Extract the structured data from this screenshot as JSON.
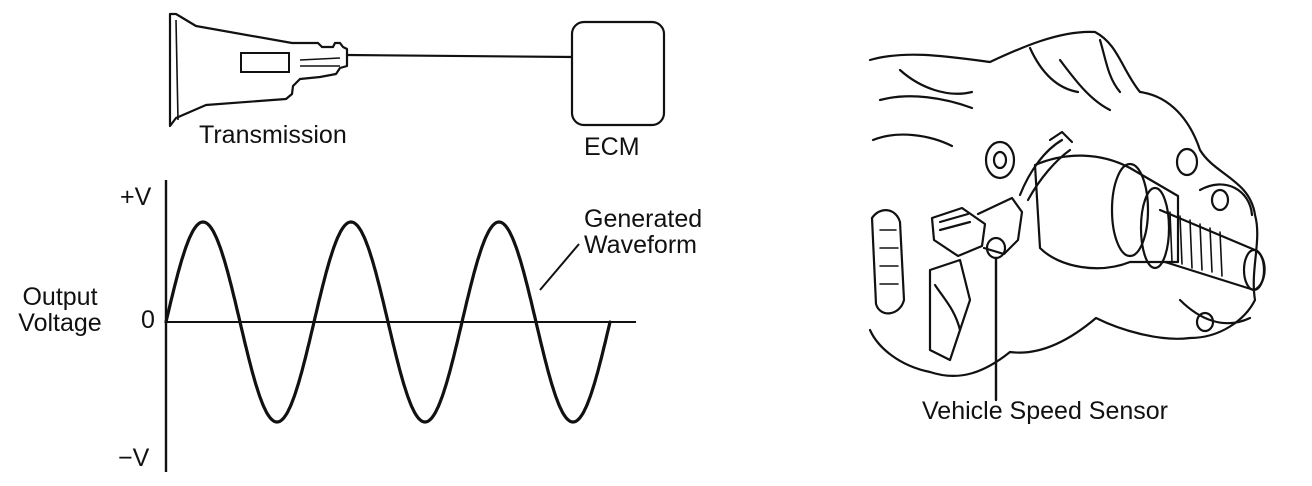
{
  "top_diagram": {
    "transmission_label": "Transmission",
    "ecm_label": "ECM"
  },
  "waveform_graph": {
    "y_axis_title_line1": "Output",
    "y_axis_title_line2": "Voltage",
    "tick_top": "+V",
    "tick_zero": "0",
    "tick_bottom": "−V",
    "callout_line1": "Generated",
    "callout_line2": "Waveform",
    "chart_data": {
      "type": "line",
      "title": "",
      "xlabel": "",
      "ylabel": "Output Voltage",
      "y_tick_labels": [
        "+V",
        "0",
        "−V"
      ],
      "ylim": [
        -1,
        1
      ],
      "grid": false,
      "cycles": 3,
      "series": [
        {
          "name": "Generated Waveform",
          "shape": "sine",
          "amplitude": 1,
          "cycles": 3
        }
      ]
    }
  },
  "sensor_illustration": {
    "caption": "Vehicle Speed Sensor"
  }
}
